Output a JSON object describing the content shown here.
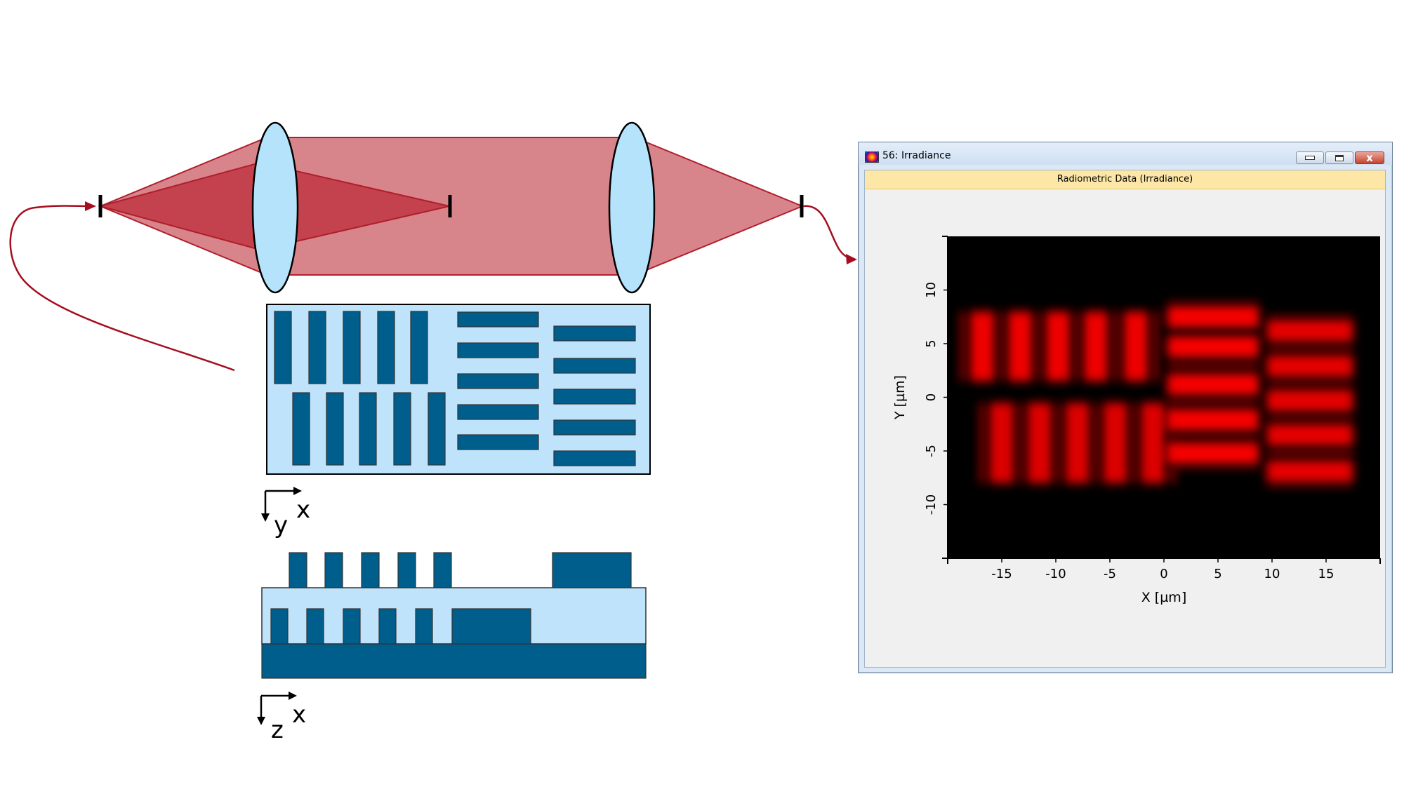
{
  "diagram": {
    "top_view_axes": {
      "horizontal": "x",
      "vertical": "y"
    },
    "side_view_axes": {
      "horizontal": "x",
      "vertical": "z"
    }
  },
  "colors": {
    "beam_light": "#d8848b",
    "beam_dark": "#c4424e",
    "beam_edge": "#b01e2c",
    "lens_fill": "#b5e3fb",
    "element_light": "#bfe3fa",
    "element_dark": "#005e8c",
    "arrow": "#a50e20"
  },
  "window": {
    "title": "56: Irradiance",
    "header": "Radiometric Data (Irradiance)",
    "minimize_glyph": "",
    "maximize_glyph": "",
    "close_glyph": "x"
  },
  "chart_data": {
    "type": "heatmap",
    "title": "",
    "xlabel": "X [µm]",
    "ylabel": "Y [µm]",
    "xlim": [
      -20,
      20
    ],
    "ylim": [
      -15,
      15
    ],
    "xticks": [
      -15,
      -10,
      -5,
      0,
      5,
      10,
      15
    ],
    "yticks": [
      -10,
      -5,
      0,
      5,
      10
    ],
    "colormap": [
      "#000000",
      "#ff0000"
    ],
    "features": [
      {
        "region": "top-left vertical bars",
        "x_centers": [
          -16.8,
          -13.3,
          -9.8,
          -6.3,
          -2.6
        ],
        "y_range": [
          1.5,
          8
        ],
        "intensity": 0.9
      },
      {
        "region": "bottom-left vertical bars",
        "x_centers": [
          -15,
          -11.5,
          -8,
          -4.5,
          -1
        ],
        "y_range": [
          -8,
          -0.5
        ],
        "intensity": 0.8
      },
      {
        "region": "middle horizontal bars",
        "x_range": [
          0.3,
          8.8
        ],
        "y_centers": [
          7.5,
          4.7,
          1.2,
          -2.1,
          -5.2
        ],
        "intensity": 0.95
      },
      {
        "region": "right horizontal bars",
        "x_range": [
          9.5,
          17.5
        ],
        "y_centers": [
          6.2,
          2.9,
          -0.3,
          -3.5,
          -6.9
        ],
        "intensity": 0.85
      }
    ]
  }
}
